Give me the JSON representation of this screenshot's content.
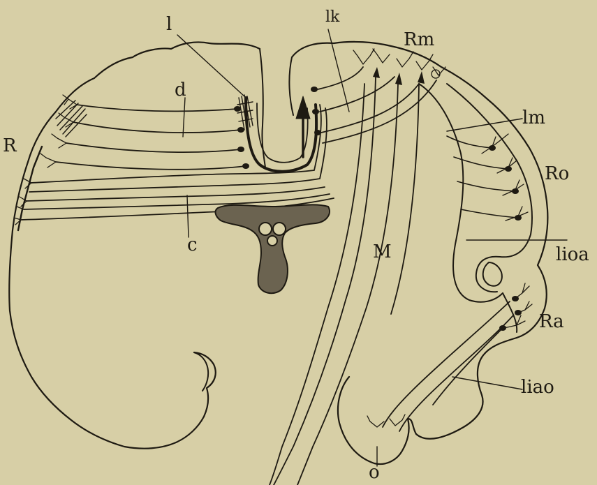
{
  "figure": {
    "background_color": "#d7cfa6",
    "ink_color": "#1e1a12",
    "labels": {
      "R": "R",
      "l": "l",
      "d": "d",
      "c": "c",
      "lk": "lk",
      "Rm": "Rm",
      "lm": "lm",
      "Ro": "Ro",
      "M": "M",
      "lioa": "lioa",
      "Ra": "Ra",
      "liao": "liao",
      "O": "o"
    }
  }
}
